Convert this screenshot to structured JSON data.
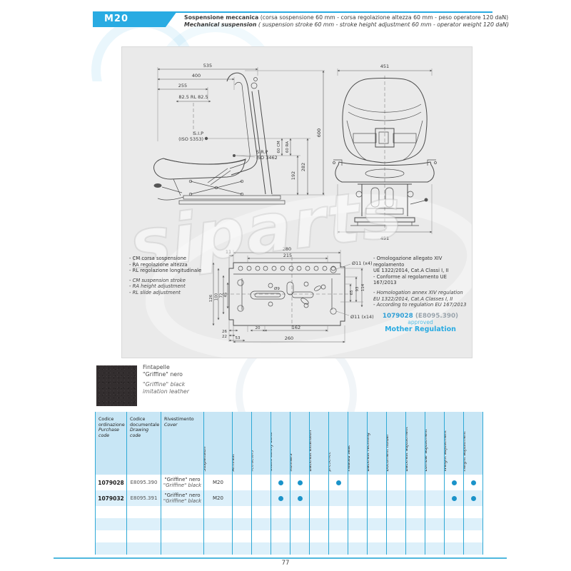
{
  "header": {
    "model": "M20",
    "title_it_bold": "Sospensione meccanica",
    "title_it_rest": " (corsa sospensione 60 mm - corsa regolazione altezza 60 mm - peso operatore 120 daN)",
    "title_en_bold": "Mechanical suspension",
    "title_en_rest": " ( suspension stroke 60 mm - stroke height adjustment 60 mm - operator weight 120 daN)"
  },
  "watermark": "siparts",
  "drawing": {
    "side": {
      "dim_535": "535",
      "dim_400": "400",
      "dim_255": "255",
      "dim_rl": "82.5   RL   82.5",
      "sip_label": "S.I.P",
      "sip_iso": "(ISO 5353)",
      "srp_label": "S.R.P",
      "srp_iso": "ISO 3462",
      "dim_600": "600",
      "dim_282": "282",
      "dim_192": "192",
      "dim_cm": "60 CM",
      "dim_ra": "60 RA"
    },
    "front": {
      "dim_top": "451",
      "dim_bottom": "451"
    },
    "bottom": {
      "dim_11": "11",
      "dim_280": "280",
      "dim_215": "215",
      "hole_top": "Ø11 (x4)",
      "hole_bottom": "Ø11 (x14)",
      "hole_center": "Ø9",
      "dim_126": "126",
      "dim_100": "100",
      "dim_72": "72",
      "dim_45": "45",
      "dim_65": "65",
      "dim_93": "93",
      "dim_114": "114",
      "dim_26": "26",
      "dim_22": "22",
      "dim_53": "53",
      "dim_20": "20",
      "dim_162": "162",
      "dim_260": "260"
    },
    "notes_left_it": [
      "- CM  corsa sospensione",
      "- RA  regolazione altezza",
      "- RL  regolazione longitudinale"
    ],
    "notes_left_en": [
      "- CM  suspension stroke",
      "- RA  height adjustment",
      "- RL  slide adjustment"
    ],
    "notes_right_it": [
      "- Omologazione allegato XIV regolamento",
      "  UE 1322/2014, Cat.A Classi I, II",
      "- Conforme al regolamento UE 167/2013"
    ],
    "notes_right_en": [
      "- Homologation annex XIV regulation",
      "  EU 1322/2014, Cat.A Classes I, II",
      "- According to regulation EU 167/2013"
    ],
    "approval": {
      "code": "1079028",
      "drawing_code": "(E8095.390)",
      "status": "approved",
      "regulation": "Mother Regulation"
    }
  },
  "swatch": {
    "title_it": "Fintapelle",
    "name_it": "\"Griffine\" nero",
    "name_en": "\"Griffine\" black",
    "material_en": "imitation leather"
  },
  "table": {
    "columns": [
      {
        "it": "Codice ordinazione",
        "en": "Purchase code"
      },
      {
        "it": "Codice documentale",
        "en": "Drawing code"
      },
      {
        "it": "Rivestimento",
        "en": "Cover"
      },
      {
        "it": "Sospensione",
        "en": "Suspension"
      },
      {
        "it": "Bracciolo",
        "en": "Armrest"
      },
      {
        "it": "Cinture sicurez. c/arrotolatore",
        "en": "Safety belts with retractors"
      },
      {
        "it": "Cinture di sicurezza statiche",
        "en": "Static safety belts"
      },
      {
        "it": "Guide",
        "en": "Runners"
      },
      {
        "it": "Prolunga schienale",
        "en": "Backrest extension"
      },
      {
        "it": "Microinterruttore presenza operatore",
        "en": "Microswitch operator presence"
      },
      {
        "it": "Seduta riscaldata",
        "en": "Heated seat"
      },
      {
        "it": "Schienale reclinabile",
        "en": "Backrest reclining"
      },
      {
        "it": "Tasca portadocumento",
        "en": "Document holder"
      },
      {
        "it": "Regolazione schienale",
        "en": "Backrest adjustment"
      },
      {
        "it": "Regolazione lombare",
        "en": "Lumbar adjustment"
      },
      {
        "it": "Regolazione peso",
        "en": "Weight adjustment"
      },
      {
        "it": "Regolazione altezza",
        "en": "Height adjustment"
      }
    ],
    "rows": [
      {
        "purchase_code": "1079028",
        "drawing_code": "E8095.390",
        "cover_it": "\"Griffine\" nero",
        "cover_en": "\"Griffine\" black",
        "suspension": "M20",
        "features": [
          false,
          false,
          true,
          true,
          false,
          true,
          false,
          false,
          false,
          false,
          false,
          true,
          true
        ]
      },
      {
        "purchase_code": "1079032",
        "drawing_code": "E8095.391",
        "cover_it": "\"Griffine\" nero",
        "cover_en": "\"Griffine\" black",
        "suspension": "M20",
        "features": [
          false,
          false,
          true,
          true,
          false,
          false,
          false,
          false,
          false,
          false,
          false,
          true,
          true
        ]
      }
    ],
    "empty_rows": 4
  },
  "page_number": "77",
  "colors": {
    "accent": "#29ABE2",
    "table_line": "#2FA9D6",
    "dot": "#1B93C9",
    "header_bg": "#C8E6F5",
    "row_alt_bg": "#DDF0FA"
  }
}
